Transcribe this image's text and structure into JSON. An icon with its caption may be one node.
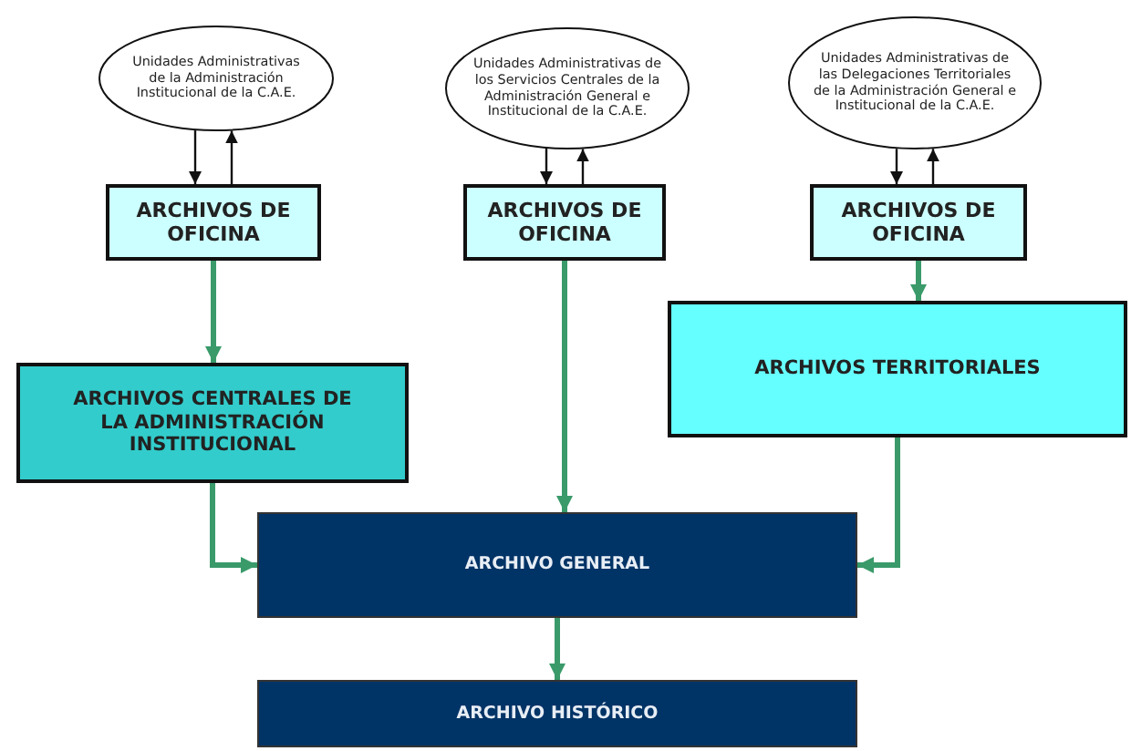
{
  "diagram": {
    "nodes": [
      {
        "text": [
          "Unidades Administrativas de la Administración Institucional de la C.A.E."
        ]
      },
      {
        "text": [
          "Unidades Administrativas de los Servicios Centrales de la Administración General e Institucional de la C.A.E."
        ]
      },
      {
        "text": [
          "Unidades Administrativas de las Delegaciones Territoriales de la Administración General e Institucional de la C.A.E."
        ]
      },
      {
        "text": [
          "ARCHIVOS DE OFICINA"
        ]
      },
      {
        "text": [
          "ARCHIVOS DE OFICINA"
        ]
      },
      {
        "text": [
          "ARCHIVOS DE OFICINA"
        ]
      },
      {
        "text": [
          "ARCHIVOS CENTRALES DE LA ADMINISTRACIÓN INSTITUCIONAL"
        ]
      },
      {
        "text": [
          "ARCHIVOS TERRITORIALES"
        ]
      },
      {
        "text": [
          "ARCHIVO GENERAL"
        ]
      },
      {
        "text": [
          "ARCHIVO HISTÓRICO"
        ]
      }
    ],
    "edges": [
      {
        "from": 0,
        "to": 3,
        "arrow": "to"
      },
      {
        "from": 3,
        "to": 0,
        "arrow": "to"
      },
      {
        "from": 1,
        "to": 4,
        "arrow": "to"
      },
      {
        "from": 4,
        "to": 1,
        "arrow": "to"
      },
      {
        "from": 2,
        "to": 5,
        "arrow": "to"
      },
      {
        "from": 5,
        "to": 2,
        "arrow": "to"
      },
      {
        "from": 3,
        "to": 6,
        "arrow": "to",
        "style": "thick",
        "color": "#3a9a6a"
      },
      {
        "from": 4,
        "to": 8,
        "arrow": "to",
        "style": "thick",
        "color": "#3a9a6a"
      },
      {
        "from": 5,
        "to": 7,
        "arrow": "to",
        "style": "thick",
        "color": "#3a9a6a"
      },
      {
        "from": 6,
        "to": 8,
        "arrow": "to",
        "style": "thick",
        "color": "#3a9a6a"
      },
      {
        "from": 7,
        "to": 8,
        "arrow": "to",
        "style": "thick",
        "color": "#3a9a6a"
      },
      {
        "from": 8,
        "to": 9,
        "arrow": "to",
        "style": "thick",
        "color": "#3a9a6a"
      }
    ]
  }
}
